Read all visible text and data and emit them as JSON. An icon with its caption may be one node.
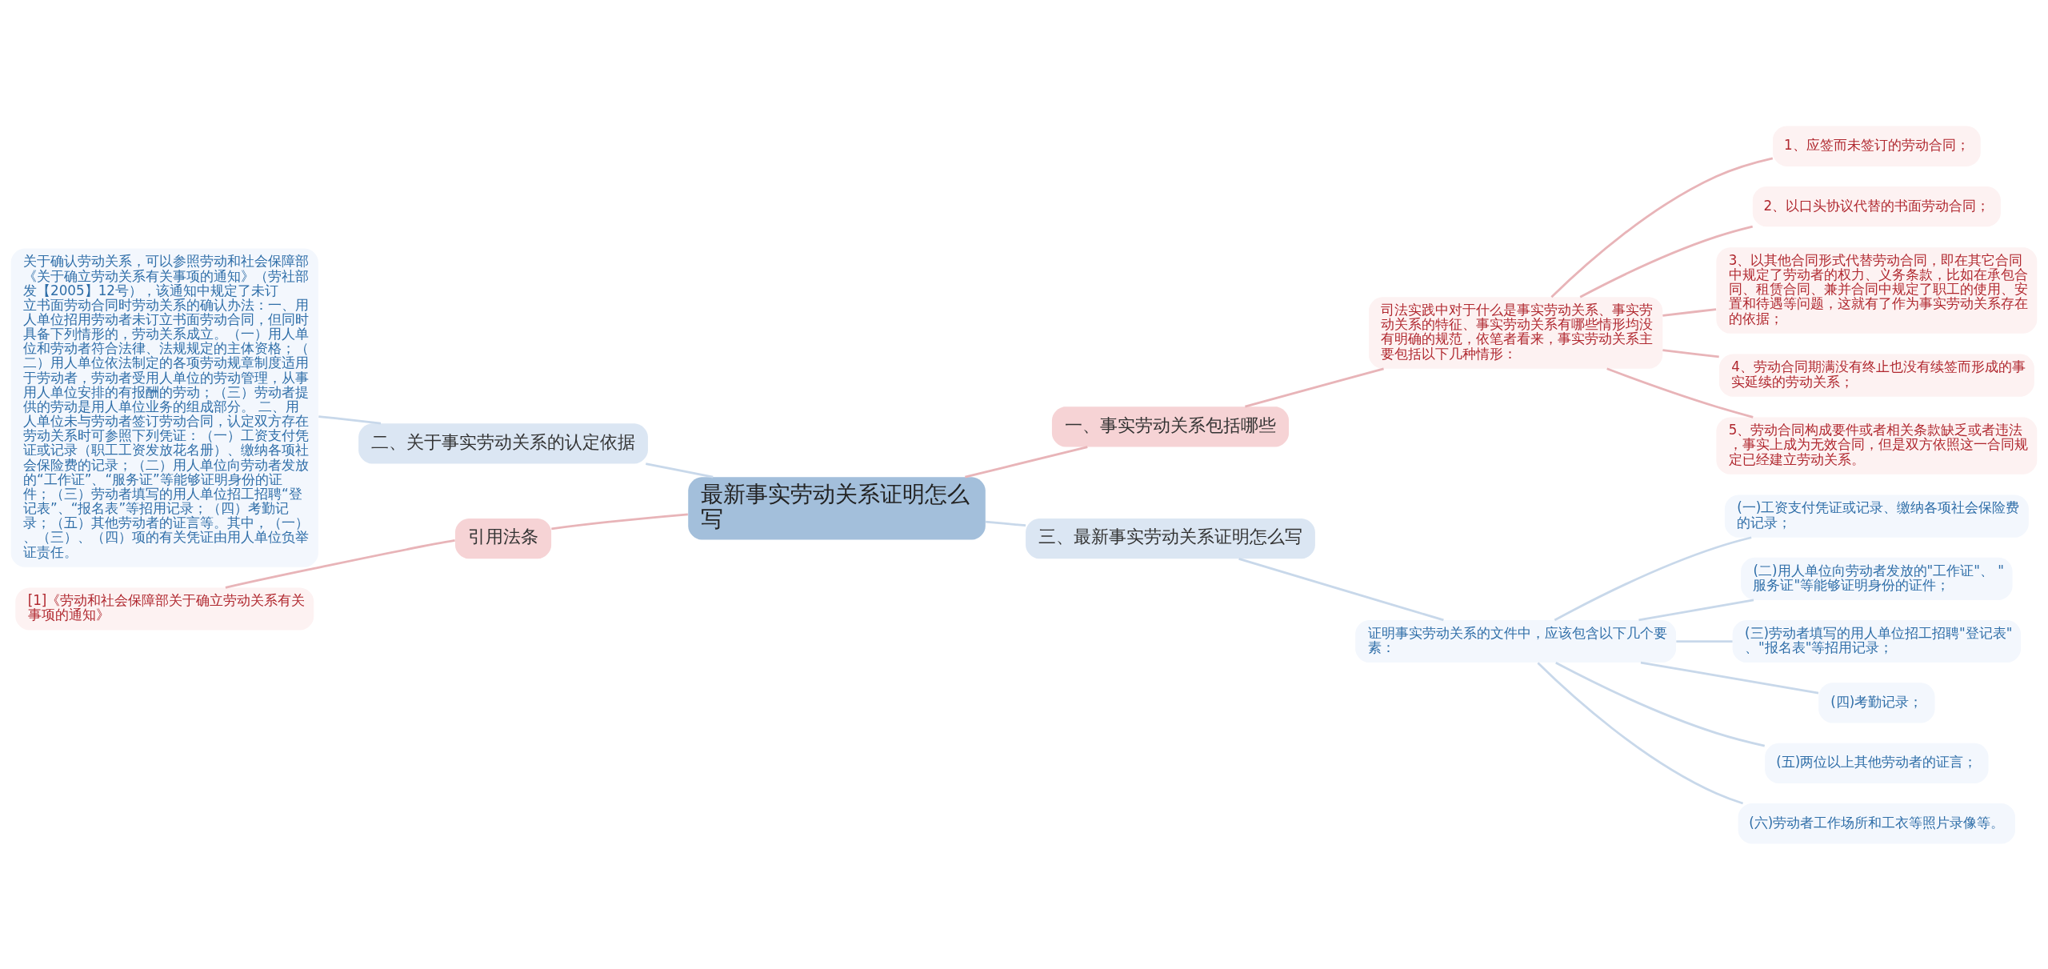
{
  "diagram": {
    "nodes": [
      {
        "text": [
          "最新事实劳动关系证明怎么写"
        ]
      },
      {
        "text": [
          "一、事实劳动关系包括哪些"
        ]
      },
      {
        "text": [
          "司法实践中对于什么是事实劳动关系、事实劳动关系的特征、事实劳动关系有哪些情形均没有明确的规范，依笔者看来，事实劳动关系主要包括以下几种情形："
        ]
      },
      {
        "text": [
          "1、应签而未签订的劳动合同；"
        ]
      },
      {
        "text": [
          "2、以口头协议代替的书面劳动合同；"
        ]
      },
      {
        "text": [
          "3、以其他合同形式代替劳动合同，即在其它合同中规定了劳动者的权力、义务条款，比如在承包合同、租赁合同、兼并合同中规定了职工的使用、安置和待遇等问题，这就有了作为事实劳动关系存在的依据；"
        ]
      },
      {
        "text": [
          "4、劳动合同期满没有终止也没有续签而形成的事实延续的劳动关系；"
        ]
      },
      {
        "text": [
          "5、劳动合同构成要件或者相关条款缺乏或者违法，事实上成为无效合同，但是双方依照这一合同规定已经建立劳动关系。"
        ]
      },
      {
        "text": [
          "三、最新事实劳动关系证明怎么写"
        ]
      },
      {
        "text": [
          "证明事实劳动关系的文件中，应该包含以下几个要素："
        ]
      },
      {
        "text": [
          "(一)工资支付凭证或记录、缴纳各项社会保险费的记录；"
        ]
      },
      {
        "text": [
          "(二)用人单位向劳动者发放的\"工作证\"、 \"服务证\"等能够证明身份的证件；"
        ]
      },
      {
        "text": [
          "(三)劳动者填写的用人单位招工招聘\"登记表\"、\"报名表\"等招用记录；"
        ]
      },
      {
        "text": [
          "(四)考勤记录；"
        ]
      },
      {
        "text": [
          "(五)两位以上其他劳动者的证言；"
        ]
      },
      {
        "text": [
          "(六)劳动者工作场所和工衣等照片录像等。"
        ]
      },
      {
        "text": [
          "二、关于事实劳动关系的认定依据"
        ]
      },
      {
        "text": [
          "关于确认劳动关系，可以参照劳动和社会保障部《关于确立劳动关系有关事项的通知》（劳社部发【2005】12号），该通知中规定了未订立书面劳动合同时劳动关系的确认办法：一、用人单位招用劳动者未订立书面劳动合同，但同时具备下列情形的，劳动关系成立。（一）用人单位和劳动者符合法律、法规规定的主体资格；（二）用人单位依法制定的各项劳动规章制度适用于劳动者，劳动者受用人单位的劳动管理，从事用人单位安排的有报酬的劳动；（三）劳动者提供的劳动是用人单位业务的组成部分。 二、用人单位未与劳动者签订劳动合同，认定双方存在劳动关系时可参照下列凭证：（一）工资支付凭证或记录（职工工资发放花名册）、缴纳各项社会保险费的记录；（二）用人单位向劳动者发放的“工作证”、“服务证”等能够证明身份的证件；（三）劳动者填写的用人单位招工招聘“登记表”、“报名表”等招用记录；（四）考勤记录；（五）其他劳动者的证言等。其中，（一）、（三）、（四）项的有关凭证由用人单位负举证责任。"
        ]
      },
      {
        "text": [
          "引用法条"
        ]
      },
      {
        "text": [
          "[1]《劳动和社会保障部关于确立劳动关系有关事项的通知》"
        ]
      }
    ],
    "edges": [
      {
        "from": 0,
        "to": 1,
        "arrow": "none",
        "color": "#e8b4b8"
      },
      {
        "from": 1,
        "to": 2,
        "arrow": "none",
        "color": "#e8b4b8"
      },
      {
        "from": 2,
        "to": 3,
        "arrow": "none",
        "color": "#e8b4b8"
      },
      {
        "from": 2,
        "to": 4,
        "arrow": "none",
        "color": "#e8b4b8"
      },
      {
        "from": 2,
        "to": 5,
        "arrow": "none",
        "color": "#e8b4b8"
      },
      {
        "from": 2,
        "to": 6,
        "arrow": "none",
        "color": "#e8b4b8"
      },
      {
        "from": 2,
        "to": 7,
        "arrow": "none",
        "color": "#e8b4b8"
      },
      {
        "from": 0,
        "to": 8,
        "arrow": "none"
      },
      {
        "from": 8,
        "to": 9,
        "arrow": "none"
      },
      {
        "from": 9,
        "to": 10,
        "arrow": "none"
      },
      {
        "from": 9,
        "to": 11,
        "arrow": "none"
      },
      {
        "from": 9,
        "to": 12,
        "arrow": "none"
      },
      {
        "from": 9,
        "to": 13,
        "arrow": "none"
      },
      {
        "from": 9,
        "to": 14,
        "arrow": "none"
      },
      {
        "from": 9,
        "to": 15,
        "arrow": "none"
      },
      {
        "from": 0,
        "to": 16,
        "arrow": "none"
      },
      {
        "from": 16,
        "to": 17,
        "arrow": "none"
      },
      {
        "from": 0,
        "to": 18,
        "arrow": "none",
        "color": "#e8b4b8"
      },
      {
        "from": 18,
        "to": 19,
        "arrow": "none",
        "color": "#e8b4b8"
      }
    ]
  }
}
